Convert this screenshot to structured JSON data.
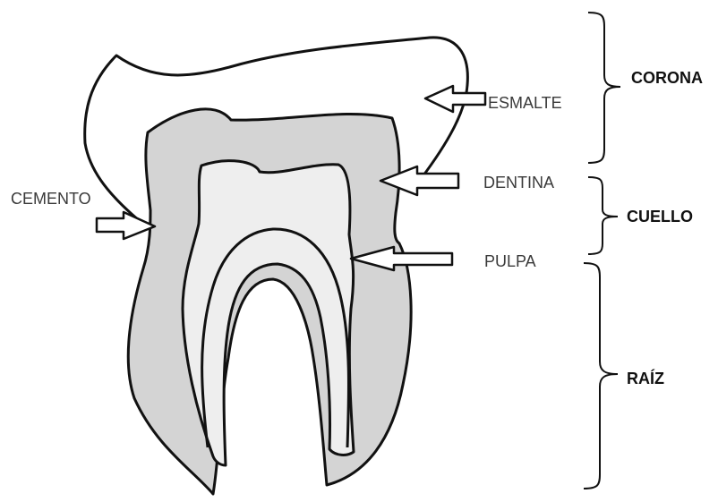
{
  "labels": {
    "esmalte": "ESMALTE",
    "dentina": "DENTINA",
    "pulpa": "PULPA",
    "cemento": "CEMENTO"
  },
  "regions": {
    "corona": "CORONA",
    "cuello": "CUELLO",
    "raiz": "RAÍZ"
  },
  "colors": {
    "outline": "#111111",
    "enamel": "#ffffff",
    "dentin": "#d4d4d4",
    "pulp": "#eeeeee",
    "text": "#3a3a3a"
  }
}
